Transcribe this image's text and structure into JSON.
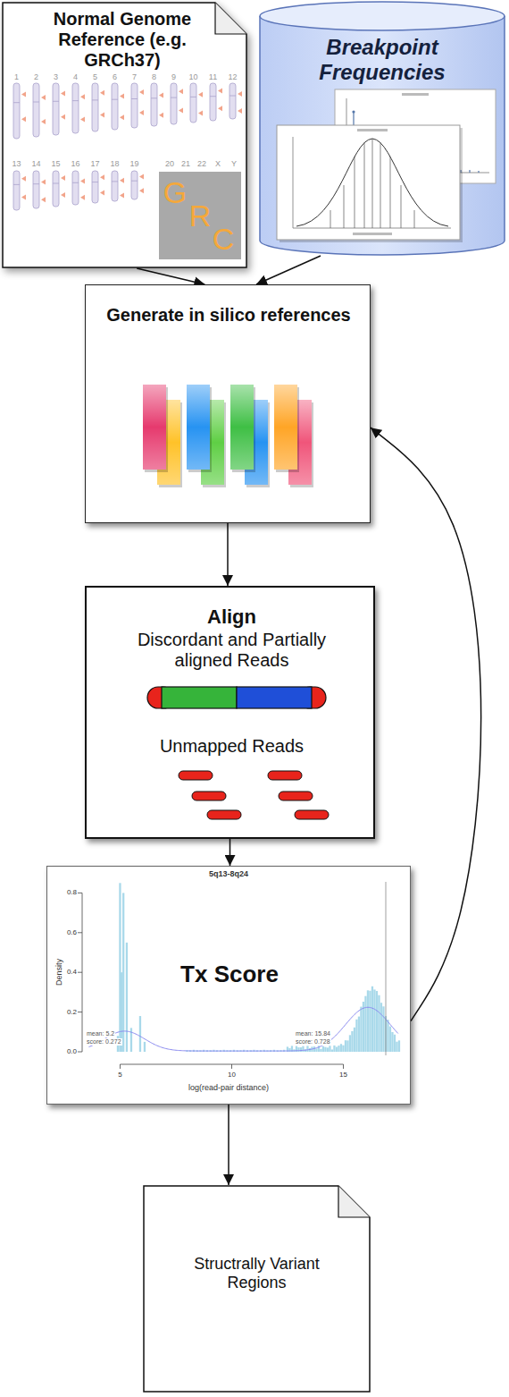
{
  "diagram": {
    "nodes": [
      {
        "text": [
          "Normal Genome Reference (e.g. GRCh37)"
        ]
      },
      {
        "text": [
          "Breakpoint Frequencies"
        ]
      },
      {
        "text": [
          "Generate in silico references"
        ]
      },
      {
        "text": [
          "Align",
          "Discordant and Partially aligned Reads",
          "Unmapped Reads"
        ]
      },
      {
        "text": [
          "Tx Score"
        ]
      },
      {
        "text": [
          "Structrally Variant Regions"
        ]
      }
    ],
    "edges": [
      {
        "from": 0,
        "to": 2,
        "arrow": "to"
      },
      {
        "from": 1,
        "to": 2,
        "arrow": "to"
      },
      {
        "from": 2,
        "to": 3,
        "arrow": "to"
      },
      {
        "from": 3,
        "to": 4,
        "arrow": "to"
      },
      {
        "from": 4,
        "to": 2,
        "arrow": "to"
      },
      {
        "from": 4,
        "to": 5,
        "arrow": "to"
      }
    ],
    "labels": [
      "1",
      "2",
      "3",
      "4",
      "5",
      "6",
      "7",
      "8",
      "9",
      "10",
      "11",
      "12",
      "13",
      "14",
      "15",
      "16",
      "17",
      "18",
      "19",
      "20",
      "21",
      "22",
      "X",
      "Y",
      "G",
      "R",
      "C",
      "5q13-8q24",
      "0.0",
      "0.2",
      "0.4",
      "0.6",
      "0.8",
      "Density",
      "5",
      "10",
      "15",
      "log(read-pair distance)",
      "mean: 5.2",
      "score: 0.272",
      "mean: 15.84",
      "score: 0.728"
    ]
  }
}
